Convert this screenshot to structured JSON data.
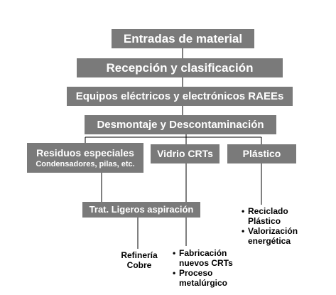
{
  "nodes": {
    "entradas": "Entradas de material",
    "recepcion": "Recepción y clasificación",
    "equipos": "Equipos eléctricos y electrónicos RAEEs",
    "desmontaje": "Desmontaje y Descontaminación",
    "residuos_title": "Residuos especiales",
    "residuos_sub": "Condensadores, pilas, etc.",
    "vidrio": "Vidrio CRTs",
    "plastico": "Plástico",
    "tratamiento": "Trat. Ligeros aspiración"
  },
  "outputs": {
    "refineria_line1": "Refinería",
    "refineria_line2": "Cobre",
    "plastico_items": [
      [
        "Reciclado",
        "Plástico"
      ],
      [
        "Valorización",
        "energética"
      ]
    ],
    "vidrio_items": [
      [
        "Fabricación",
        "nuevos CRTs"
      ],
      [
        "Proceso",
        "metalúrgico"
      ]
    ]
  },
  "colors": {
    "box_fill": "#7a7a7a",
    "box_text": "#ffffff",
    "connector": "#000000"
  }
}
